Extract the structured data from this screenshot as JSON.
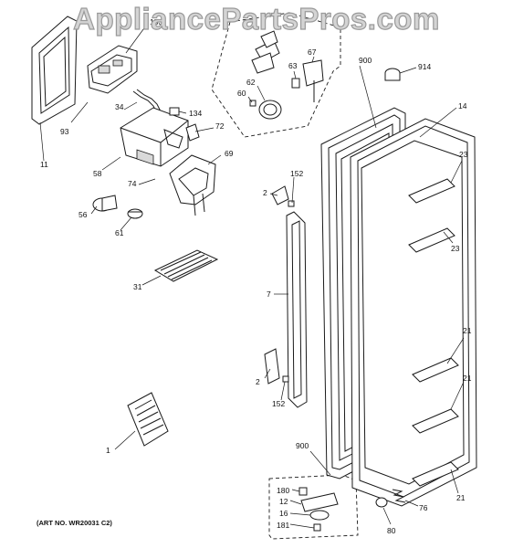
{
  "watermark": "AppliancePartsPros.com",
  "art_number": "(ART NO. WR20031 C2)",
  "callouts": [
    {
      "id": "c153",
      "label": "153"
    },
    {
      "id": "c93",
      "label": "93"
    },
    {
      "id": "c11",
      "label": "11"
    },
    {
      "id": "c34",
      "label": "34"
    },
    {
      "id": "c134",
      "label": "134"
    },
    {
      "id": "c72",
      "label": "72"
    },
    {
      "id": "c69",
      "label": "69"
    },
    {
      "id": "c58",
      "label": "58"
    },
    {
      "id": "c74",
      "label": "74"
    },
    {
      "id": "c56",
      "label": "56"
    },
    {
      "id": "c61",
      "label": "61"
    },
    {
      "id": "c31",
      "label": "31"
    },
    {
      "id": "c1",
      "label": "1"
    },
    {
      "id": "c60",
      "label": "60"
    },
    {
      "id": "c62",
      "label": "62"
    },
    {
      "id": "c63",
      "label": "63"
    },
    {
      "id": "c67",
      "label": "67"
    },
    {
      "id": "c900a",
      "label": "900"
    },
    {
      "id": "c914",
      "label": "914"
    },
    {
      "id": "c14",
      "label": "14"
    },
    {
      "id": "c23a",
      "label": "23"
    },
    {
      "id": "c23b",
      "label": "23"
    },
    {
      "id": "c152a",
      "label": "152"
    },
    {
      "id": "c2a",
      "label": "2"
    },
    {
      "id": "c7",
      "label": "7"
    },
    {
      "id": "c2b",
      "label": "2"
    },
    {
      "id": "c152b",
      "label": "152"
    },
    {
      "id": "c21a",
      "label": "21"
    },
    {
      "id": "c21b",
      "label": "21"
    },
    {
      "id": "c21c",
      "label": "21"
    },
    {
      "id": "c900b",
      "label": "900"
    },
    {
      "id": "c180",
      "label": "180"
    },
    {
      "id": "c12",
      "label": "12"
    },
    {
      "id": "c16",
      "label": "16"
    },
    {
      "id": "c181",
      "label": "181"
    },
    {
      "id": "c76",
      "label": "76"
    },
    {
      "id": "c80",
      "label": "80"
    }
  ]
}
